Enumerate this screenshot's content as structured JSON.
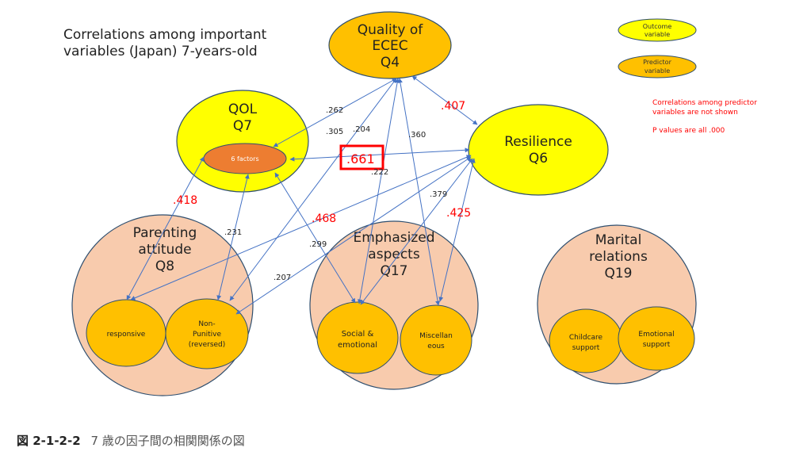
{
  "title": {
    "line1": "Correlations among important",
    "line2": "variables (Japan) 7-years-old"
  },
  "legend": {
    "outcome": [
      "Outcome",
      "variable"
    ],
    "predictor": [
      "Predictor",
      "variable"
    ]
  },
  "notes": {
    "line1": "Correlations among predictor",
    "line2": "variables are not shown",
    "line3": "P values are all  .000"
  },
  "nodes": {
    "ecec": [
      "Quality of",
      "ECEC",
      "Q4"
    ],
    "qol": [
      "QOL",
      "Q7"
    ],
    "six_factors": "6 factors",
    "resilience": [
      "Resilience",
      "Q6"
    ],
    "parenting": [
      "Parenting",
      "attitude",
      "Q8"
    ],
    "responsive": "responsive",
    "nonpunitive": [
      "Non-",
      "Punitive",
      "(reversed)"
    ],
    "emphasized": [
      "Emphasized",
      "aspects",
      "Q17"
    ],
    "social": [
      "Social &",
      "emotional"
    ],
    "misc": [
      "Miscellan",
      "eous"
    ],
    "marital": [
      "Marital",
      "relations",
      "Q19"
    ],
    "childcare": [
      "Childcare",
      "support"
    ],
    "emotional": [
      "Emotional",
      "support"
    ]
  },
  "correlations": {
    "r262": ".262",
    "r305": ".305",
    "r204": ".204",
    "r360": ".360",
    "r407": ".407",
    "r661": ".661",
    "r222": ".222",
    "r379": ".379",
    "r425": ".425",
    "r418": ".418",
    "r468": ".468",
    "r231": ".231",
    "r299": ".299",
    "r207": ".207"
  },
  "caption": {
    "number": "図 2-1-2-2",
    "text": "7 歳の因子間の相関関係の図"
  },
  "colors": {
    "outcome": "#ffff00",
    "predictor": "#ffc000",
    "factor": "#ed7d31",
    "group": "#f8cbad",
    "arrow": "#4472c4",
    "highlight": "#ff0000",
    "strong": "#ff0000"
  }
}
